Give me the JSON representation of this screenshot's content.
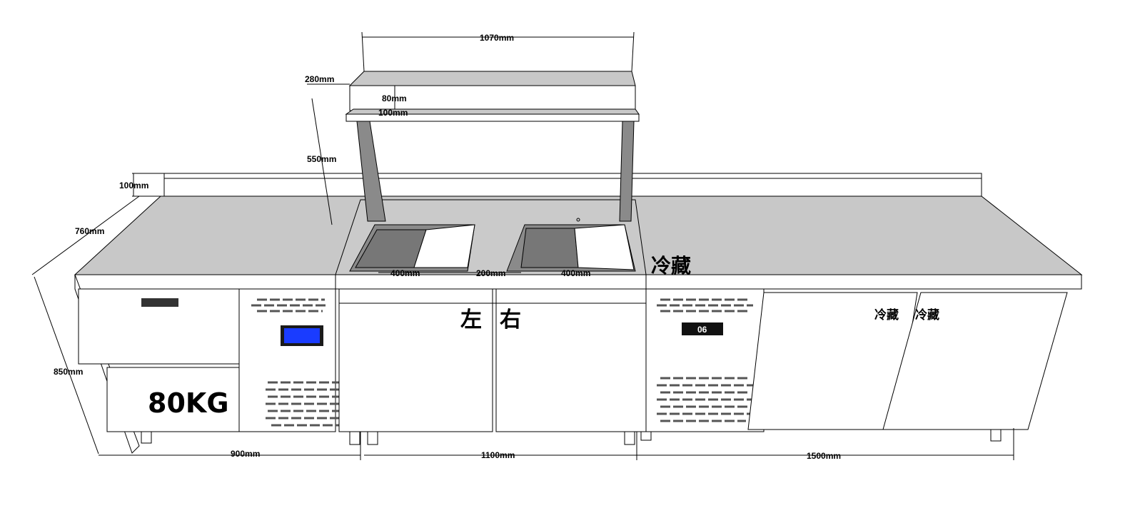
{
  "dimensions": {
    "gantry_width": "1070mm",
    "gantry_height_total": "280mm",
    "shelf_gap": "80mm",
    "shelf_depth": "100mm",
    "gantry_post_height": "550mm",
    "backsplash_height": "100mm",
    "depth": "760mm",
    "height": "850mm",
    "well_left": "400mm",
    "well_gap": "200mm",
    "well_right": "400mm",
    "left_unit_width": "900mm",
    "middle_unit_width": "1100mm",
    "right_unit_width": "1500mm"
  },
  "labels": {
    "drawer_capacity": "80KG",
    "middle_left_door": "左",
    "middle_right_door": "右",
    "top_refrigerated": "冷藏",
    "door_1": "冷藏",
    "door_2": "冷藏",
    "right_display": "06"
  },
  "colors": {
    "countertop": "#c8c8c8",
    "left_display": "#1a3cff"
  }
}
